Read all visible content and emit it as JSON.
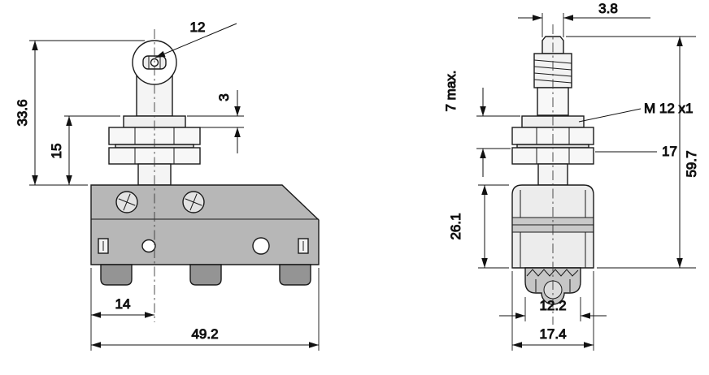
{
  "colors": {
    "line": "#1a1a1a",
    "dimension_line": "#111111",
    "body_fill": "#b7b7b7",
    "feet_fill": "#949494",
    "band_fill": "#c9c9c9",
    "metal_fill": "#f4f4f4",
    "background": "#ffffff"
  },
  "front": {
    "roller_diameter": "12",
    "plunger_height": "33.6",
    "shank_height": "15",
    "flange_thickness": "3",
    "center_offset": "14",
    "body_width": "49.2"
  },
  "side": {
    "tip_width": "3.8",
    "panel_thickness": "7 max.",
    "thread": "M 12 x1",
    "nut_size": "17",
    "total_height": "59.7",
    "body_height": "26.1",
    "roller_width": "12.2",
    "body_depth": "17.4"
  }
}
